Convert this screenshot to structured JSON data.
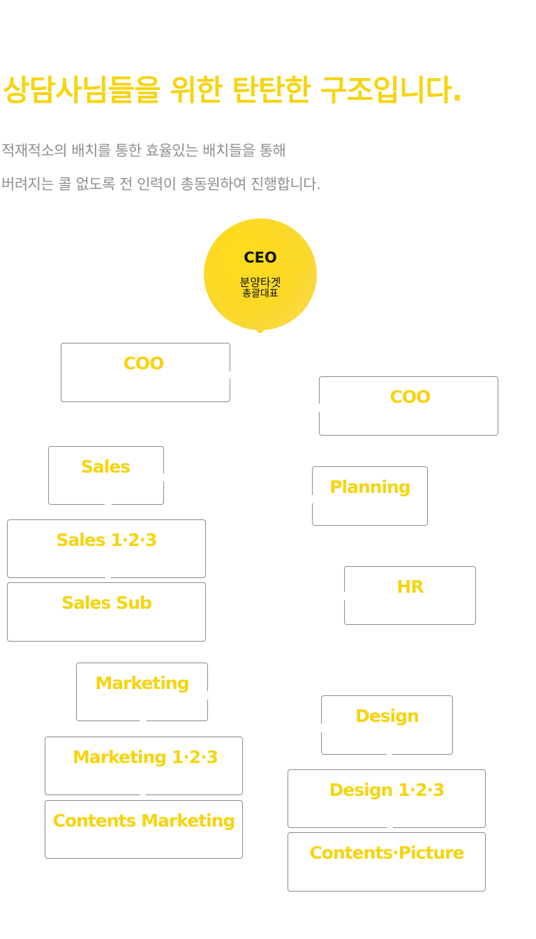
{
  "heading": {
    "title": "상담사님들을 위한 탄탄한 구조입니다.",
    "line1": "적재적소의 배치를 통한 효율있는 배치들을 통해",
    "line2": "버려지는 콜 없도록 전 인력이 총동원하여 진행합니다."
  },
  "ceo": {
    "title": "CEO",
    "name": "분양타겟",
    "role": "총괄대표"
  },
  "org": {
    "left": {
      "coo": "COO",
      "sales": "Sales",
      "sales_123": "Sales 1·2·3",
      "sales_sub": "Sales Sub",
      "marketing": "Marketing",
      "marketing_123": "Marketing 1·2·3",
      "contents_marketing": "Contents Marketing"
    },
    "right": {
      "coo": "COO",
      "planning": "Planning",
      "hr": "HR",
      "design": "Design",
      "design_123": "Design 1·2·3",
      "contents_picture": "Contents·Picture"
    }
  },
  "colors": {
    "accent": "#f6d40f",
    "text_gray": "#8f8f8f",
    "border": "#8a8a8a"
  }
}
